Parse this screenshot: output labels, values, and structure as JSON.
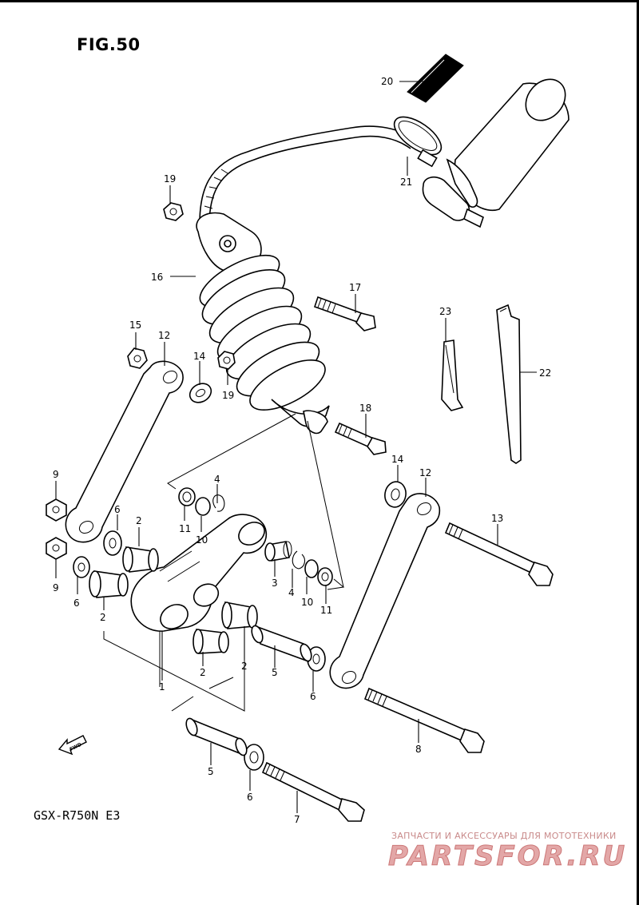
{
  "figure": {
    "title": "FIG.50",
    "model": "GSX-R750N  E3"
  },
  "fwd_label": "FWD",
  "callouts": [
    {
      "id": "c1",
      "text": "1"
    },
    {
      "id": "c2a",
      "text": "2"
    },
    {
      "id": "c2b",
      "text": "2"
    },
    {
      "id": "c2c",
      "text": "2"
    },
    {
      "id": "c2d",
      "text": "2"
    },
    {
      "id": "c3",
      "text": "3"
    },
    {
      "id": "c4a",
      "text": "4"
    },
    {
      "id": "c4b",
      "text": "4"
    },
    {
      "id": "c5a",
      "text": "5"
    },
    {
      "id": "c5b",
      "text": "5"
    },
    {
      "id": "c6a",
      "text": "6"
    },
    {
      "id": "c6b",
      "text": "6"
    },
    {
      "id": "c6c",
      "text": "6"
    },
    {
      "id": "c6d",
      "text": "6"
    },
    {
      "id": "c7",
      "text": "7"
    },
    {
      "id": "c8",
      "text": "8"
    },
    {
      "id": "c9a",
      "text": "9"
    },
    {
      "id": "c9b",
      "text": "9"
    },
    {
      "id": "c10a",
      "text": "10"
    },
    {
      "id": "c10b",
      "text": "10"
    },
    {
      "id": "c11a",
      "text": "11"
    },
    {
      "id": "c11b",
      "text": "11"
    },
    {
      "id": "c12a",
      "text": "12"
    },
    {
      "id": "c12b",
      "text": "12"
    },
    {
      "id": "c13",
      "text": "13"
    },
    {
      "id": "c14a",
      "text": "14"
    },
    {
      "id": "c14b",
      "text": "14"
    },
    {
      "id": "c15",
      "text": "15"
    },
    {
      "id": "c16",
      "text": "16"
    },
    {
      "id": "c17",
      "text": "17"
    },
    {
      "id": "c18",
      "text": "18"
    },
    {
      "id": "c19a",
      "text": "19"
    },
    {
      "id": "c19b",
      "text": "19"
    },
    {
      "id": "c20",
      "text": "20"
    },
    {
      "id": "c21",
      "text": "21"
    },
    {
      "id": "c22",
      "text": "22"
    },
    {
      "id": "c23",
      "text": "23"
    }
  ],
  "watermark": {
    "tagline": "ЗАПЧАСТИ И АКСЕССУАРЫ ДЛЯ МОТОТЕХНИКИ",
    "logo": "PARTSFOR.RU",
    "color": "#d98c8c"
  }
}
